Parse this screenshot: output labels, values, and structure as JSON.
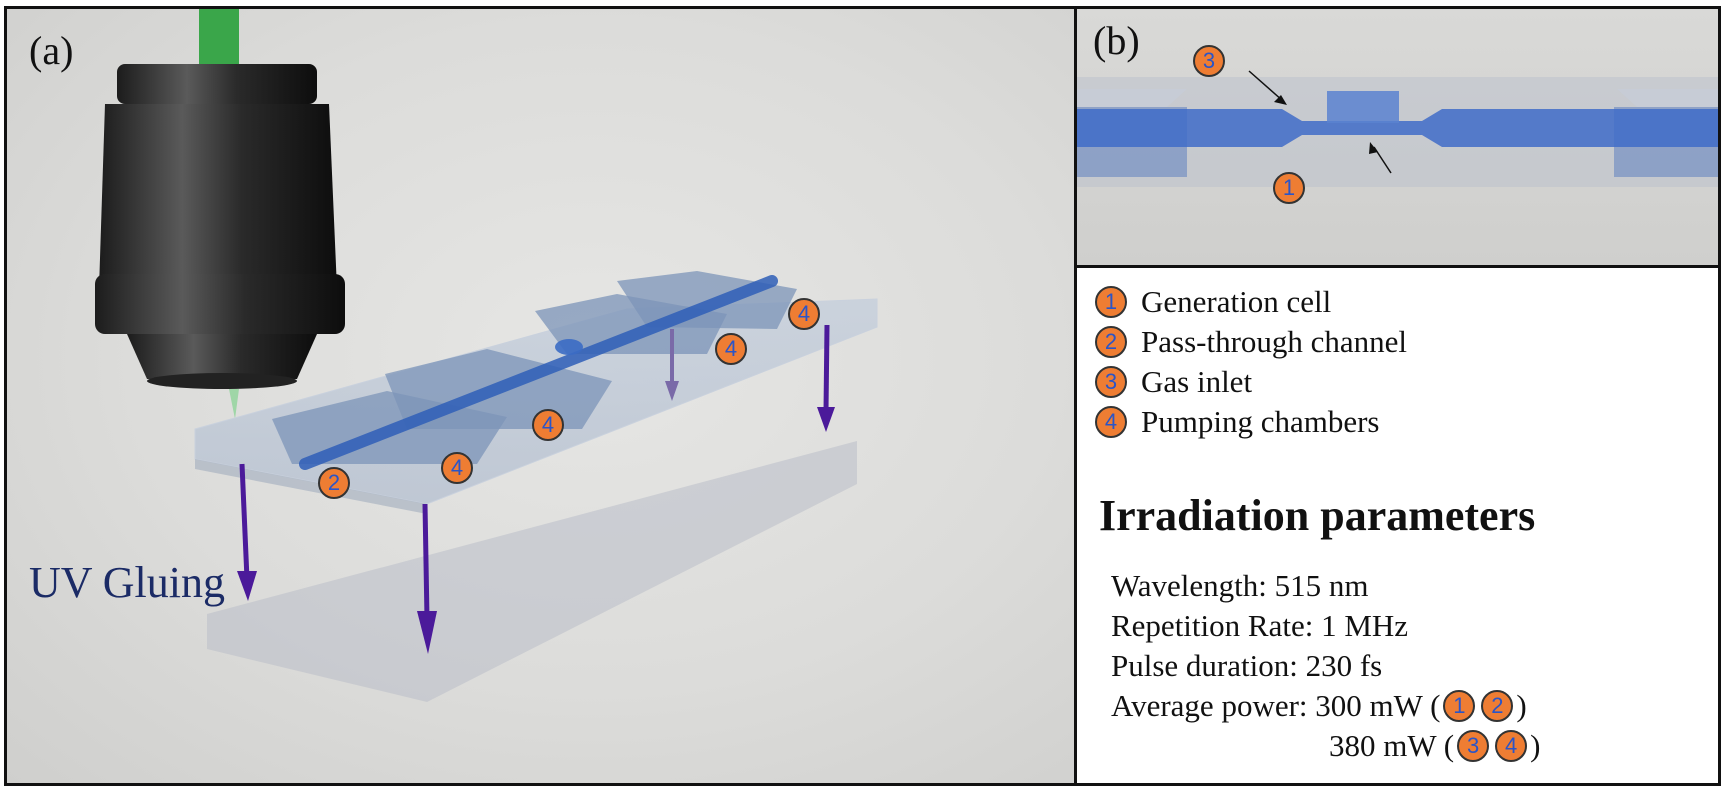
{
  "panel_a": {
    "label": "(a)",
    "uv_label": "UV Gluing",
    "callouts": [
      "2",
      "4",
      "4",
      "4",
      "4"
    ]
  },
  "panel_b": {
    "label": "(b)",
    "callouts": [
      "3",
      "1"
    ]
  },
  "legend": {
    "items": [
      {
        "num": "1",
        "label": "Generation cell"
      },
      {
        "num": "2",
        "label": "Pass-through channel"
      },
      {
        "num": "3",
        "label": "Gas inlet"
      },
      {
        "num": "4",
        "label": "Pumping chambers"
      }
    ]
  },
  "params": {
    "title": "Irradiation parameters",
    "wavelength": "Wavelength: 515 nm",
    "rep_rate": "Repetition Rate: 1 MHz",
    "pulse": "Pulse duration: 230 fs",
    "power1_prefix": "Average power: 300 mW (",
    "power1_badges": [
      "1",
      "2"
    ],
    "power1_suffix": ")",
    "power2_prefix": "380 mW (",
    "power2_badges": [
      "3",
      "4"
    ],
    "power2_suffix": ")"
  },
  "colors": {
    "badge_fill": "#ee7d33",
    "badge_text": "#2a55c8",
    "channel_blue": "#2f5fb8",
    "arrow_purple": "#4b1a9a",
    "laser_green": "#3aa64a",
    "uv_text": "#1b2b66"
  },
  "icons": [
    "microscope-objective-icon",
    "laser-beam-icon",
    "down-arrow-icon"
  ]
}
